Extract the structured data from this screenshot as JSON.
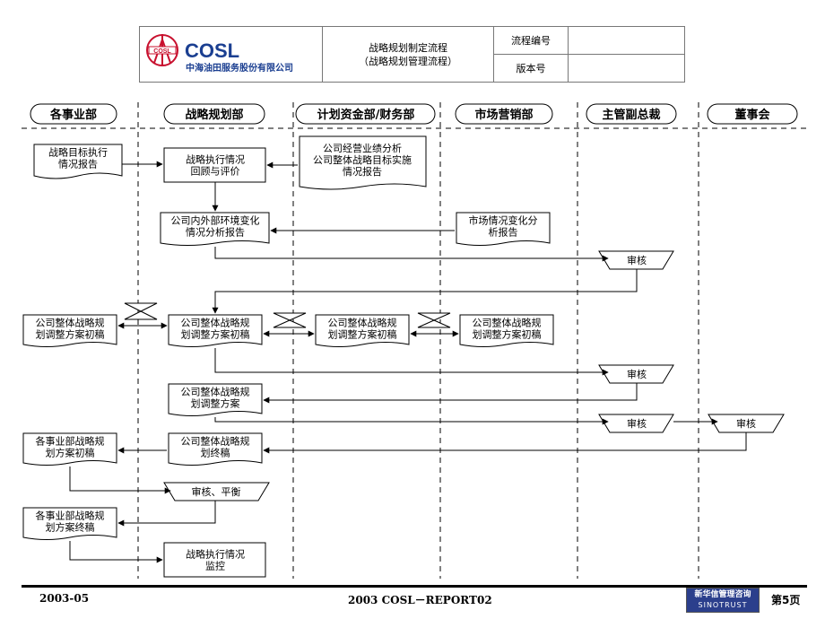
{
  "header": {
    "logo": {
      "brand": "COSL",
      "company_name": "中海油田服务股份有限公司",
      "emblem_text": "COSL"
    },
    "title_line1": "战略规划制定流程",
    "title_line2": "（战略规划管理流程）",
    "process_no_label": "流程编号",
    "version_label": "版本号",
    "process_no_value": "",
    "version_value": ""
  },
  "lanes": [
    "各事业部",
    "战略规划部",
    "计划资金部/财务部",
    "市场营销部",
    "主管副总裁",
    "董事会"
  ],
  "nodes": {
    "n1": "战略目标执行\n情况报告",
    "n2": "战略执行情况\n回顾与评价",
    "n3": "公司经营业绩分析\n公司整体战略目标实施\n情况报告",
    "n4": "公司内外部环境变化\n情况分析报告",
    "n5": "市场情况变化分\n析报告",
    "n6": "审核",
    "n7": "公司整体战略规\n划调整方案初稿",
    "n8": "公司整体战略规\n划调整方案初稿",
    "n9": "公司整体战略规\n划调整方案初稿",
    "n10": "公司整体战略规\n划调整方案初稿",
    "n11": "审核",
    "n12": "公司整体战略规\n划调整方案",
    "n13": "审核",
    "n14": "审核",
    "n15": "公司整体战略规\n划终稿",
    "n16": "各事业部战略规\n划方案初稿",
    "n17": "审核、平衡",
    "n18": "各事业部战略规\n划方案终稿",
    "n19": "战略执行情况\n监控"
  },
  "footer": {
    "date": "2003-05",
    "center": "2003 COSL－REPORT02",
    "page": "第5页",
    "consult_logo_line1": "新华信管理咨询",
    "consult_logo_line2": "SINOTRUST"
  }
}
